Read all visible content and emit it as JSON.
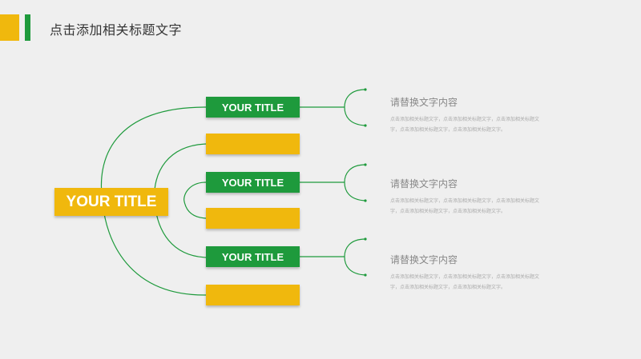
{
  "header": {
    "title": "点击添加相关标题文字"
  },
  "root": {
    "label": "YOUR TITLE"
  },
  "nodes": [
    {
      "label": "YOUR TITLE",
      "color": "green"
    },
    {
      "label": "",
      "color": "yellow"
    },
    {
      "label": "YOUR TITLE",
      "color": "green"
    },
    {
      "label": "",
      "color": "yellow"
    },
    {
      "label": "YOUR TITLE",
      "color": "green"
    },
    {
      "label": "",
      "color": "yellow"
    }
  ],
  "details": [
    {
      "title": "请替换文字内容",
      "body": "点击添加相关标题文字，点击添加相关标题文字，点击添加相关标题文字，点击添加相关标题文字，点击添加相关标题文字。"
    },
    {
      "title": "请替换文字内容",
      "body": "点击添加相关标题文字，点击添加相关标题文字，点击添加相关标题文字，点击添加相关标题文字，点击添加相关标题文字。"
    },
    {
      "title": "请替换文字内容",
      "body": "点击添加相关标题文字，点击添加相关标题文字，点击添加相关标题文字，点击添加相关标题文字，点击添加相关标题文字。"
    }
  ],
  "colors": {
    "green": "#1e9a3c",
    "yellow": "#f0b80d",
    "background": "#efefef"
  }
}
